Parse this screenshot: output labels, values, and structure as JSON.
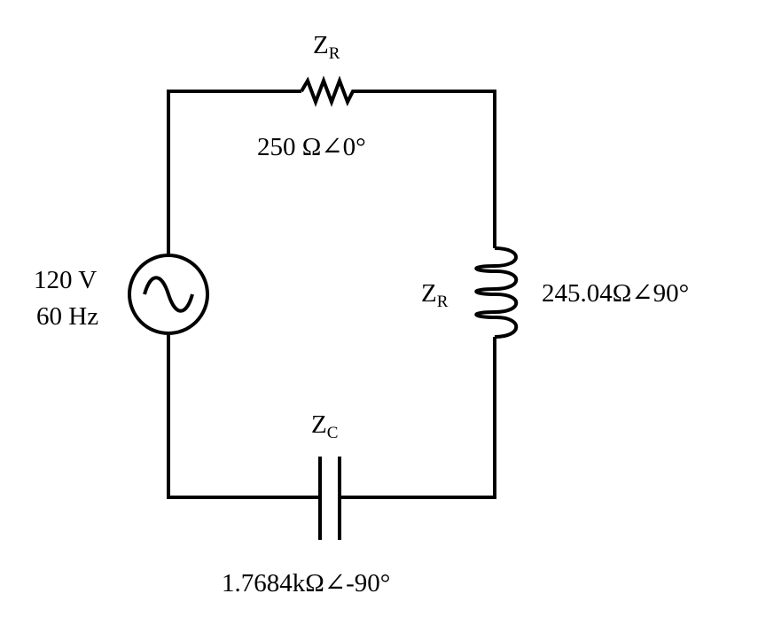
{
  "source": {
    "voltage": "120 V",
    "frequency": "60 Hz",
    "symbol": "ac-sine-icon"
  },
  "resistor": {
    "name_main": "Z",
    "name_sub": "R",
    "value": "250 Ω∠0°"
  },
  "inductor": {
    "name_main": "Z",
    "name_sub": "R",
    "value": "245.04Ω∠90°"
  },
  "capacitor": {
    "name_main": "Z",
    "name_sub": "C",
    "value": "1.7684kΩ∠-90°"
  },
  "colors": {
    "stroke": "#000000",
    "background": "#ffffff"
  }
}
